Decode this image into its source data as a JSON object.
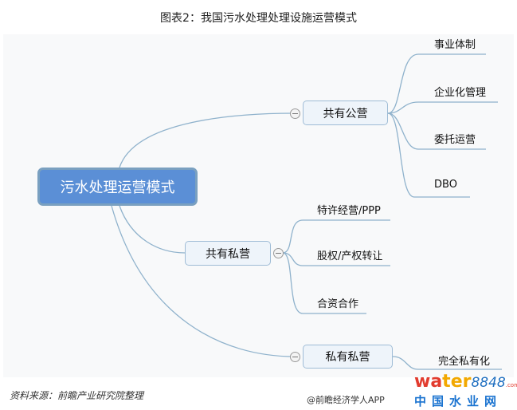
{
  "title": "图表2：我国污水处理处理设施运营模式",
  "root": "污水处理运营模式",
  "branches": [
    {
      "label": "共有公营",
      "children": [
        "事业体制",
        "企业化管理",
        "委托运营",
        "DBO"
      ]
    },
    {
      "label": "共有私营",
      "children": [
        "特许经营/PPP",
        "股权/产权转让",
        "合资合作"
      ]
    },
    {
      "label": "私有私营",
      "children": [
        "完全私有化"
      ]
    }
  ],
  "source": "资料来源：前瞻产业研究院整理",
  "logo": {
    "water": "wa",
    "ter": "ter",
    "num": "8848",
    "com": ".com",
    "site": "中国水业网",
    "app": "@前瞻经济学人APP"
  },
  "colors": {
    "root": "#5b8fd6",
    "line": "#8fb2cc",
    "node_bg": "#eef4fa"
  }
}
